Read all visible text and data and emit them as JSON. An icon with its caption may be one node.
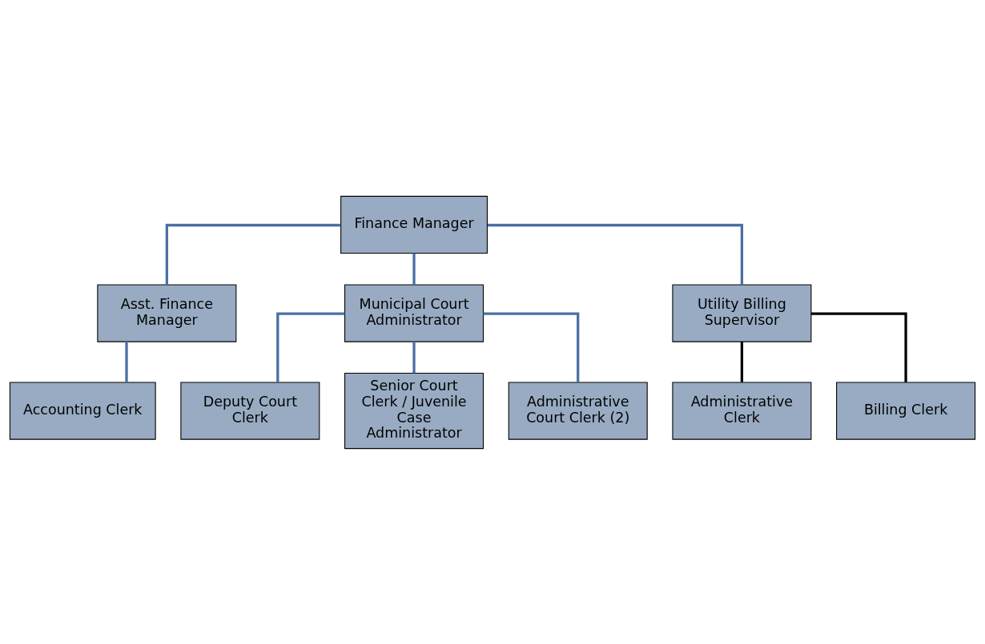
{
  "diagram": {
    "nodes": [
      {
        "text": [
          "Finance Manager"
        ]
      },
      {
        "text": [
          "Asst. Finance Manager"
        ]
      },
      {
        "text": [
          "Municipal Court Administrator"
        ]
      },
      {
        "text": [
          "Utility Billing Supervisor"
        ]
      },
      {
        "text": [
          "Accounting Clerk"
        ]
      },
      {
        "text": [
          "Deputy Court Clerk"
        ]
      },
      {
        "text": [
          "Senior Court Clerk / Juvenile Case Administrator"
        ]
      },
      {
        "text": [
          "Administrative Court Clerk (2)"
        ]
      },
      {
        "text": [
          "Administrative Clerk"
        ]
      },
      {
        "text": [
          "Billing Clerk"
        ]
      }
    ],
    "edges": [
      {
        "from": 0,
        "to": 1,
        "arrow": "none"
      },
      {
        "from": 0,
        "to": 2,
        "arrow": "none"
      },
      {
        "from": 0,
        "to": 3,
        "arrow": "none"
      },
      {
        "from": 1,
        "to": 4,
        "arrow": "none"
      },
      {
        "from": 2,
        "to": 5,
        "arrow": "none"
      },
      {
        "from": 2,
        "to": 6,
        "arrow": "none"
      },
      {
        "from": 2,
        "to": 7,
        "arrow": "none"
      },
      {
        "from": 3,
        "to": 8,
        "arrow": "none",
        "color": "#000000"
      },
      {
        "from": 3,
        "to": 9,
        "arrow": "none",
        "color": "#000000"
      }
    ]
  }
}
